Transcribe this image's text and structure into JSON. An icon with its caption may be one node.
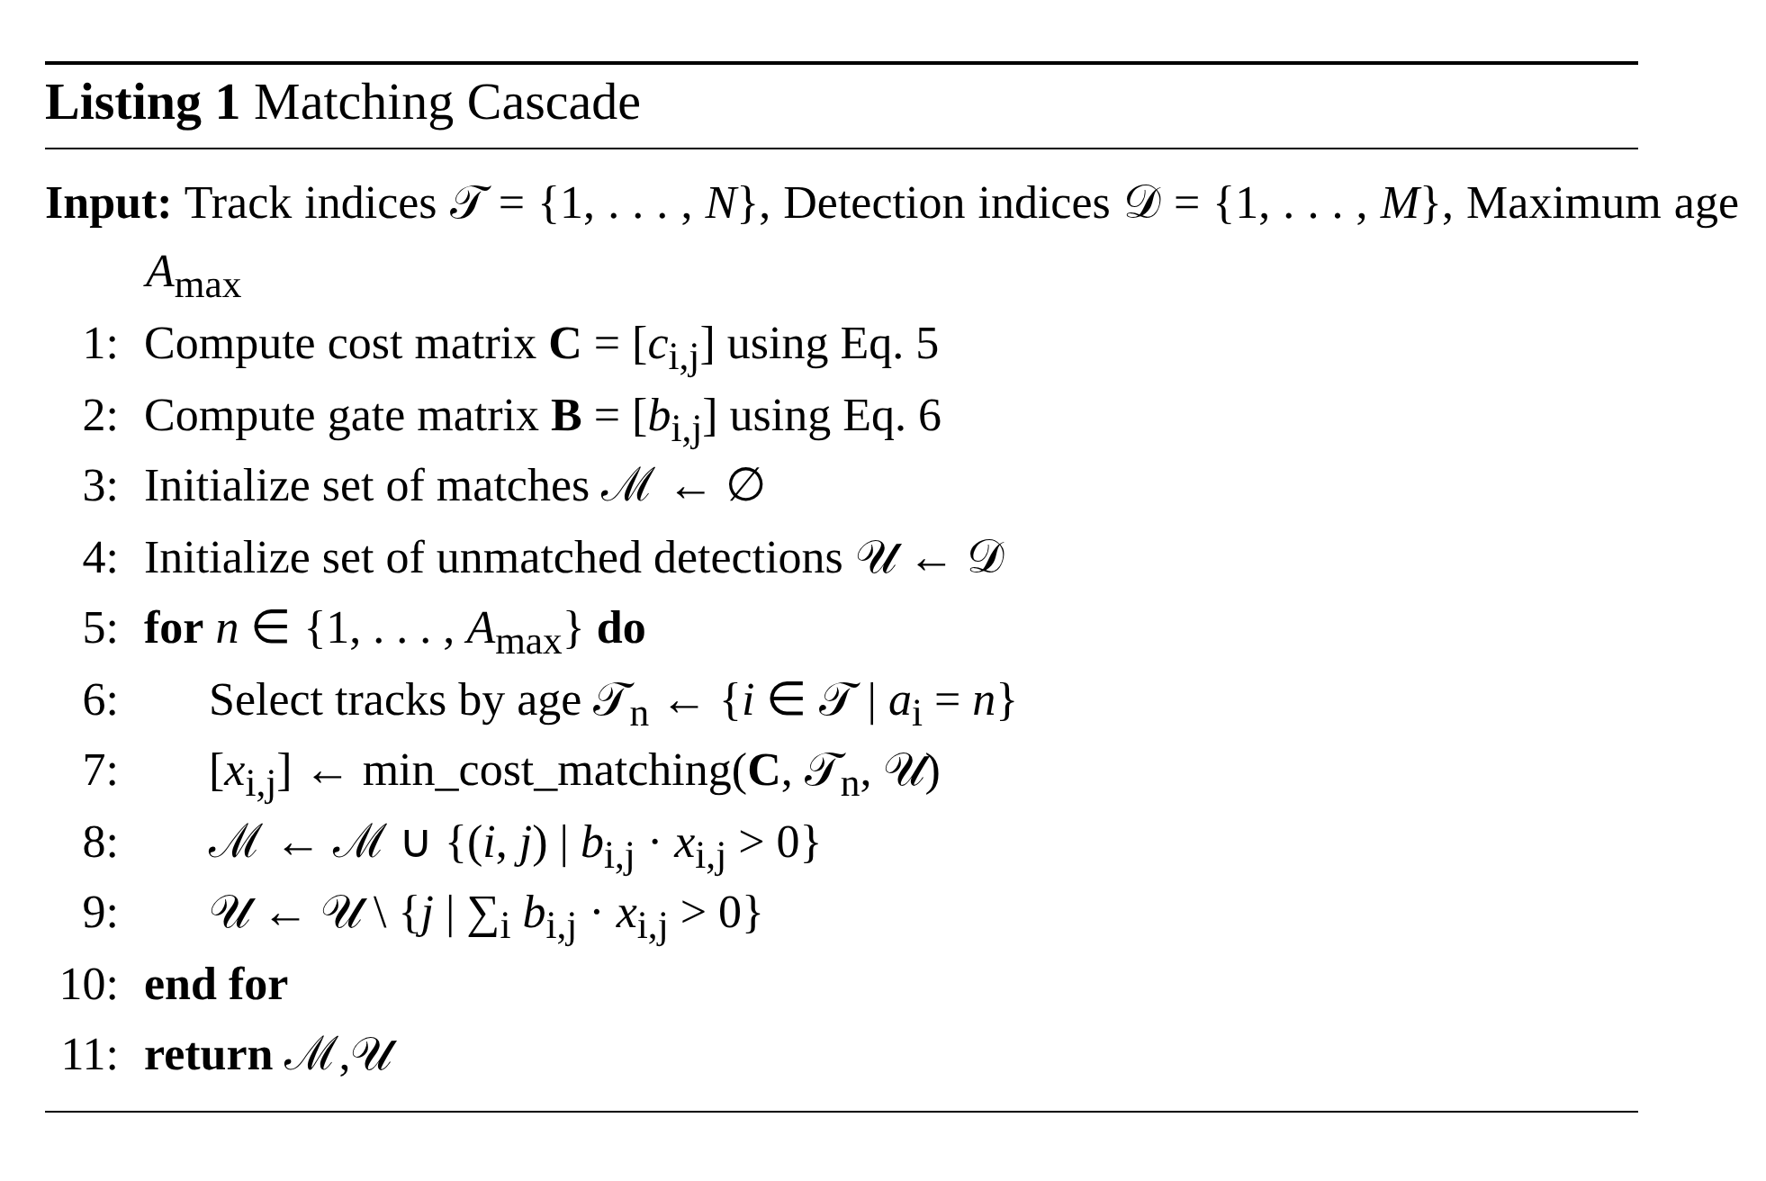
{
  "diagram": {
    "title": "**Listing 1** Matching Cascade",
    "labels": [
      "**Input:** Track indices 𝒯 = {1, . . . , *N*}, Detection indices 𝒟 = {1, . . . , *M*}, Maximum age *A*$_{max}$",
      "1:",
      "Compute cost matrix **C** = [*c*$_{i,j}$] using Eq. 5",
      "2:",
      "Compute gate matrix **B** = [*b*$_{i,j}$] using Eq. 6",
      "3:",
      "Initialize set of matches ℳ ← ∅",
      "4:",
      "Initialize set of unmatched detections 𝒰 ← 𝒟",
      "5:",
      "**for** *n* ∈ {1, . . . , *A*$_{max}$} **do**",
      "6:",
      "Select tracks by age 𝒯$_{n}$ ← {*i* ∈ 𝒯 | *a*$_{i}$ = *n*}",
      "7:",
      "[*x*$_{i,j}$] ← min_cost_matching(**C**, 𝒯$_{n}$, 𝒰)",
      "8:",
      "ℳ ← ℳ ∪ {(*i*, *j*) | *b*$_{i,j}$ · *x*$_{i,j}$ > 0}",
      "9:",
      "𝒰 ← 𝒰 \\ {*j* | ∑$_{i}$ *b*$_{i,j}$ · *x*$_{i,j}$ > 0}",
      "10:",
      "**end for**",
      "11:",
      "**return** ℳ,𝒰"
    ]
  }
}
